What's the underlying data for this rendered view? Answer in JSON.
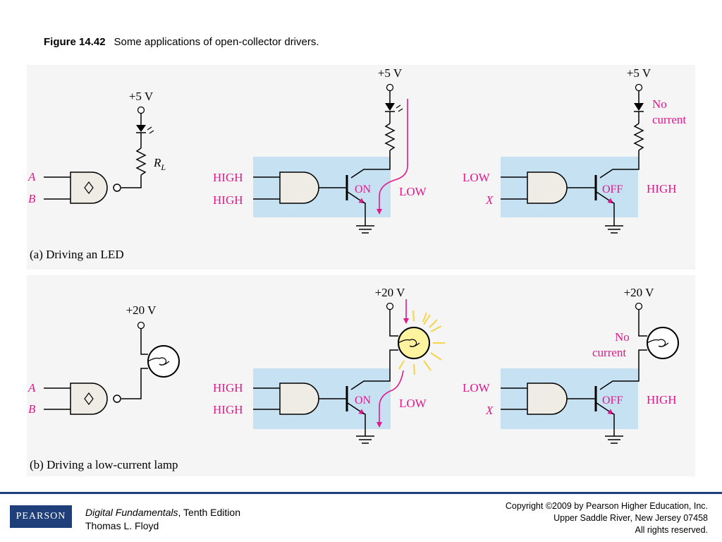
{
  "caption": {
    "figure": "Figure 14.42",
    "text": "Some applications of open-collector drivers."
  },
  "labels": {
    "v5": "+5 V",
    "v20": "+20 V",
    "rl_main": "R",
    "rl_sub": "L",
    "input_a": "A",
    "input_b": "B",
    "input_x": "X",
    "high": "HIGH",
    "low": "LOW",
    "on": "ON",
    "off": "OFF",
    "no": "No",
    "current": "current"
  },
  "subcaptions": {
    "a": "(a) Driving an LED",
    "b": "(b) Driving a low-current lamp"
  },
  "footer": {
    "logo": "PEARSON",
    "book_title": "Digital Fundamentals",
    "book_edition": ", Tenth Edition",
    "author": "Thomas L. Floyd",
    "copyright_1": "Copyright ©2009 by Pearson Higher Education, Inc.",
    "copyright_2": "Upper Saddle River, New Jersey 07458",
    "copyright_3": "All rights reserved."
  },
  "colors": {
    "highlight": "#c6e2f2",
    "arrow": "#e0198c",
    "lamp_on": "#fff3a0",
    "rays": "#f7d34a",
    "footer": "#1f3f7a"
  }
}
